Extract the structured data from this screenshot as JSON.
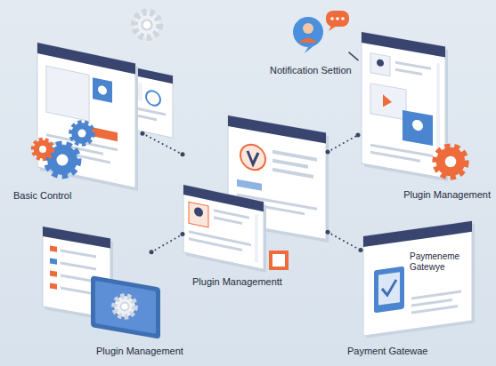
{
  "diagram": {
    "nodes": [
      {
        "text": [
          "Basic Control"
        ]
      },
      {
        "text": [
          "Notification Settion"
        ]
      },
      {
        "text": [
          "Plugin Management"
        ]
      },
      {
        "text": [
          "Plugin Managementt"
        ]
      },
      {
        "text": [
          "Plugin Management"
        ]
      },
      {
        "text": [
          "Paymeneme Gatewye",
          "Payment Gatewae"
        ]
      }
    ],
    "edges": [
      {
        "from": 0,
        "to": 3,
        "arrow": "none"
      },
      {
        "from": 1,
        "to": 2,
        "arrow": "none"
      },
      {
        "from": 3,
        "to": 2,
        "arrow": "none"
      },
      {
        "from": 3,
        "to": 5,
        "arrow": "none"
      },
      {
        "from": 4,
        "to": 3,
        "arrow": "none"
      }
    ]
  }
}
